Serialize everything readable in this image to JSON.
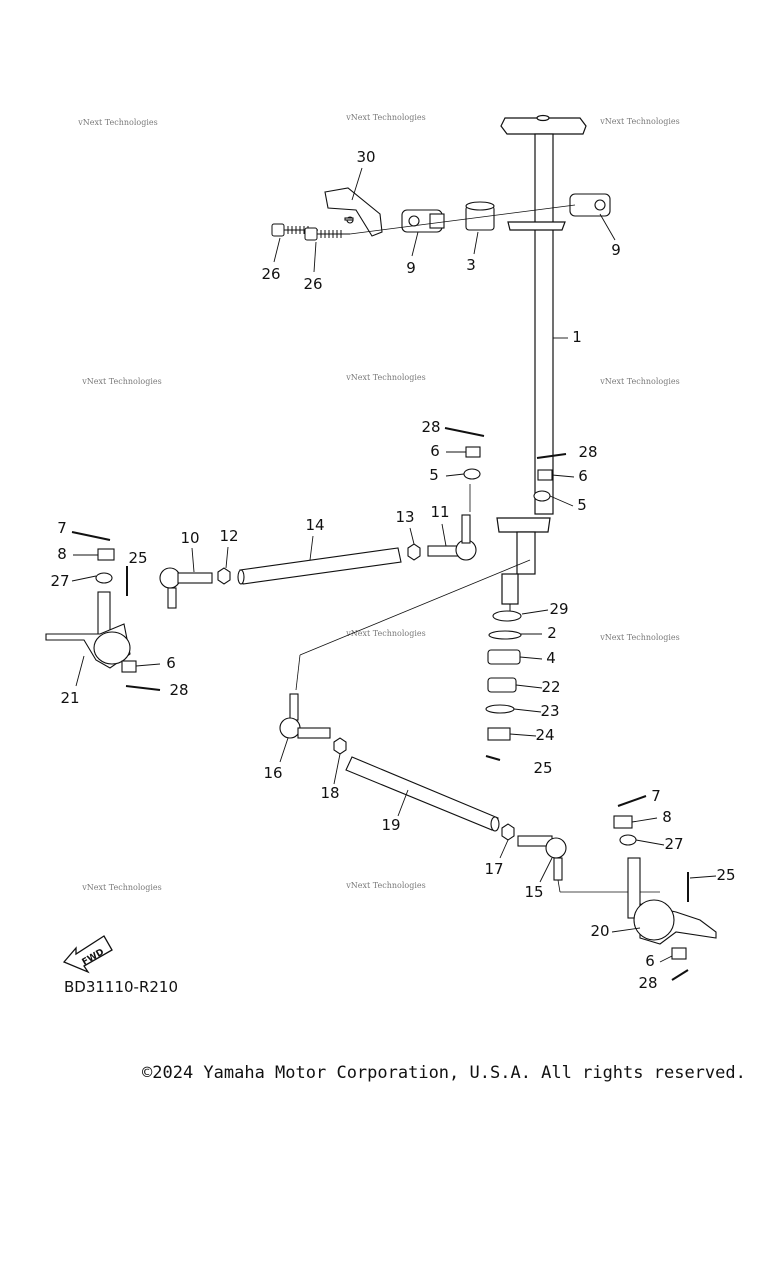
{
  "diagram": {
    "code": "BD31110-R210",
    "fwd_label": "FWD",
    "copyright": "©2024 Yamaha Motor Corporation, U.S.A. All rights reserved.",
    "watermark": "vNext Technologies",
    "callouts": [
      "30",
      "26",
      "26",
      "9",
      "3",
      "9",
      "1",
      "28",
      "6",
      "5",
      "28",
      "6",
      "5",
      "7",
      "8",
      "27",
      "25",
      "10",
      "12",
      "14",
      "13",
      "11",
      "21",
      "6",
      "28",
      "29",
      "2",
      "4",
      "22",
      "23",
      "24",
      "25",
      "16",
      "18",
      "19",
      "17",
      "15",
      "7",
      "8",
      "27",
      "25",
      "20",
      "6",
      "28"
    ]
  }
}
